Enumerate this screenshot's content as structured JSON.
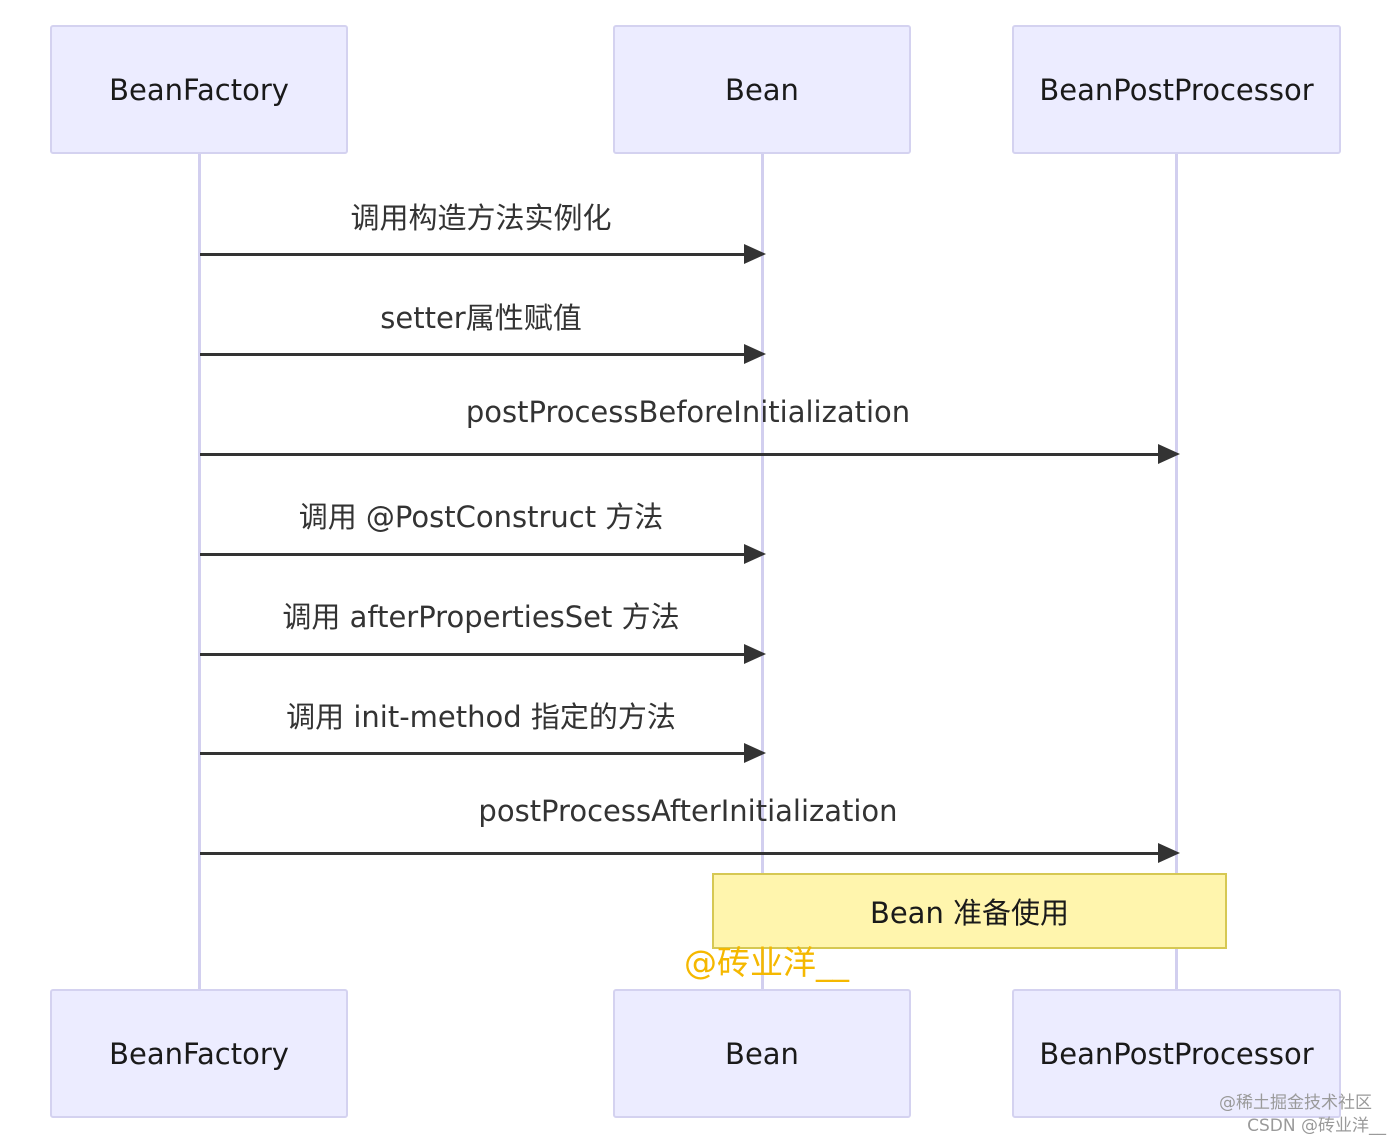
{
  "actors": {
    "bean_factory": "BeanFactory",
    "bean": "Bean",
    "bean_post_processor": "BeanPostProcessor"
  },
  "messages": [
    {
      "label": "调用构造方法实例化",
      "from": "BeanFactory",
      "to": "Bean"
    },
    {
      "label": "setter属性赋值",
      "from": "BeanFactory",
      "to": "Bean"
    },
    {
      "label": "postProcessBeforeInitialization",
      "from": "BeanFactory",
      "to": "BeanPostProcessor"
    },
    {
      "label": "调用 @PostConstruct 方法",
      "from": "BeanFactory",
      "to": "Bean"
    },
    {
      "label": "调用 afterPropertiesSet 方法",
      "from": "BeanFactory",
      "to": "Bean"
    },
    {
      "label": "调用 init-method 指定的方法",
      "from": "BeanFactory",
      "to": "Bean"
    },
    {
      "label": "postProcessAfterInitialization",
      "from": "BeanFactory",
      "to": "BeanPostProcessor"
    }
  ],
  "note": {
    "text": "Bean 准备使用"
  },
  "watermarks": {
    "center": "@砖业洋__",
    "corner_line1": "@稀土掘金技术社区",
    "corner_line2": "CSDN @砖业洋__"
  },
  "colors": {
    "actor_fill": "#ececff",
    "actor_border": "#d4d2f0",
    "lifeline": "#d2cfef",
    "arrow": "#333333",
    "note_fill": "#fff5ad",
    "note_border": "#d6c853",
    "watermark": "#f5b800"
  }
}
